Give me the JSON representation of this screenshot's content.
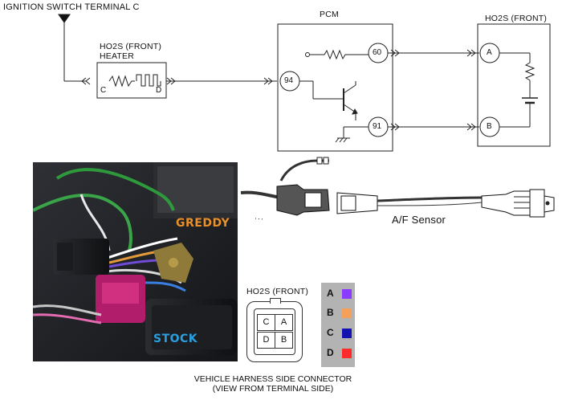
{
  "schematic": {
    "ignition_label": "IGNITION SWITCH TERMINAL C",
    "heater_title_line1": "HO2S (FRONT)",
    "heater_title_line2": "HEATER",
    "heater_pin_left": "C",
    "heater_pin_right": "D",
    "pcm_title": "PCM",
    "pcm_pins": [
      "60",
      "94",
      "91"
    ],
    "sensor_title": "HO2S (FRONT)",
    "sensor_pins": [
      "A",
      "B"
    ]
  },
  "sensor_drawing": {
    "label": "A/F Sensor"
  },
  "photo": {
    "label_top": "GREDDY",
    "label_bottom": "STOCK",
    "colors": {
      "greddy": "#e8902a",
      "stock": "#2a9fe0"
    }
  },
  "connector": {
    "title": "HO2S (FRONT)",
    "cells": [
      "C",
      "A",
      "D",
      "B"
    ]
  },
  "legend": {
    "items": [
      {
        "letter": "A",
        "color": "#8a3bff"
      },
      {
        "letter": "B",
        "color": "#f5a05a"
      },
      {
        "letter": "C",
        "color": "#1313b0"
      },
      {
        "letter": "D",
        "color": "#ff2a2a"
      }
    ]
  },
  "caption": {
    "line1": "VEHICLE HARNESS SIDE CONNECTOR",
    "line2": "(VIEW FROM TERMINAL SIDE)"
  }
}
